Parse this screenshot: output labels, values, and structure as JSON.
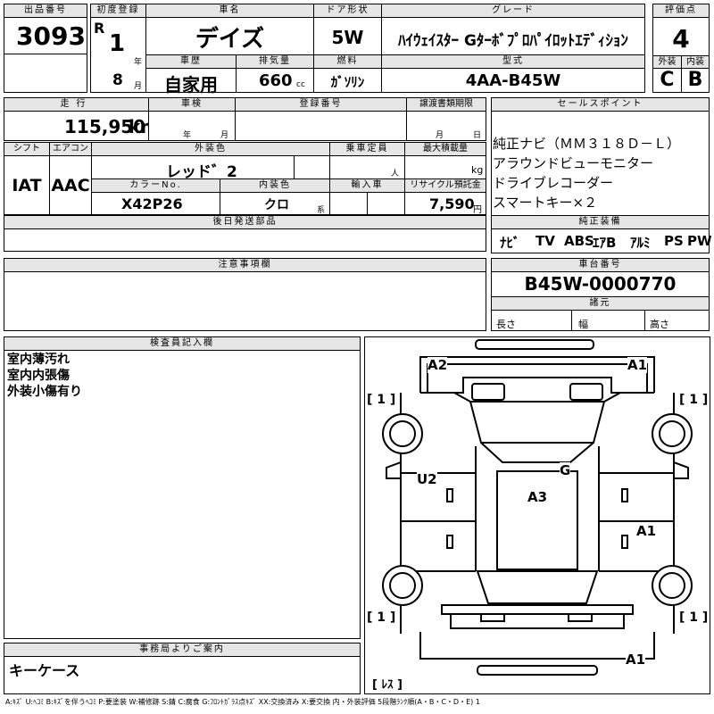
{
  "header": {
    "lot_no_label": "出品番号",
    "lot_no": "3093",
    "first_reg_label": "初度登録",
    "era": "R",
    "year": "1",
    "year_unit": "年",
    "month": "8",
    "month_unit": "月",
    "car_name_label": "車名",
    "car_name": "デイズ",
    "door_label": "ドア形状",
    "door": "5W",
    "grade_label": "グレード",
    "grade": "ﾊｲｳｪｲｽﾀｰ Gﾀｰﾎﾞﾌﾟﾛﾊﾟｲﾛｯﾄｴﾃﾞｨｼｮﾝ",
    "score_label": "評価点",
    "score": "4",
    "history_label": "車歴",
    "history": "自家用",
    "displacement_label": "排気量",
    "displacement": "660",
    "displacement_unit": "cc",
    "fuel_label": "燃料",
    "fuel": "ｶﾞｿﾘﾝ",
    "model_label": "型式",
    "model": "4AA-B45W",
    "ext_label": "外装",
    "ext_grade": "C",
    "int_label": "内装",
    "int_grade": "B"
  },
  "row2": {
    "mileage_label": "走行",
    "mileage": "115,950",
    "mileage_unit": "km",
    "inspection_label": "車検",
    "year_unit": "年",
    "month_unit": "月",
    "reg_no_label": "登録番号",
    "transfer_label": "譲渡書類期限",
    "month_unit2": "月",
    "day_unit": "日"
  },
  "row3": {
    "shift_label": "シフト",
    "shift": "IAT",
    "ac_label": "エアコン",
    "ac": "AAC",
    "color_label": "外装色",
    "color": "レッド゛2",
    "capacity_label": "乗車定員",
    "capacity_unit": "人",
    "load_label": "最大積載量",
    "load_unit": "kg",
    "color_no_label": "カラーNo.",
    "color_no": "X42P26",
    "int_color_label": "内装色",
    "int_color": "クロ",
    "int_color_suffix": "系",
    "import_label": "輸入車",
    "recycle_label": "リサイクル預託金",
    "recycle": "7,590",
    "recycle_unit": "円"
  },
  "later_parts_label": "後日発送部品",
  "notes_label": "注意事項欄",
  "sales": {
    "label": "セールスポイント",
    "lines": [
      "純正ナビ（ＭＭ３１８Ｄ－Ｌ）",
      "アラウンドビューモニター",
      "ドライブレコーダー",
      "スマートキー×２"
    ]
  },
  "equipment": {
    "label": "純正装備",
    "items": [
      "ﾅﾋﾞ",
      "TV",
      "ABS",
      "ｴｱB",
      "ｱﾙﾐ",
      "PS",
      "PW"
    ]
  },
  "chassis": {
    "label": "車台番号",
    "value": "B45W-0000770",
    "spec_label": "諸元",
    "length": "長さ",
    "width": "幅",
    "height": "高さ"
  },
  "inspector": {
    "label": "検査員記入欄",
    "lines": [
      "室内薄汚れ",
      "室内内張傷",
      "外装小傷有り"
    ]
  },
  "office": {
    "label": "事務局よりご案内",
    "text": "キーケース"
  },
  "diagram": {
    "a2": "A2",
    "a1_top": "A1",
    "u2": "U2",
    "g": "G",
    "a3": "A3",
    "a1_right": "A1",
    "a1_bottom": "A1",
    "tire_fl": "[ 1 ]",
    "tire_fr": "[ 1 ]",
    "tire_rl": "[ 1 ]",
    "tire_rr": "[ 1 ]",
    "spare": "[ ﾚｽ ]"
  },
  "legend": "A:ｷｽﾞ U:ﾍｺﾐ B:ｷｽﾞを伴うﾍｺﾐ P:要塗装 W:補修跡 S:錆 C:腐食 G:ﾌﾛﾝﾄｶﾞﾗｽ点ｷｽﾞ XX:交換済み X:要交換 内・外装評価 5段階ﾗﾝｸ順(A・B・C・D・E) 1"
}
